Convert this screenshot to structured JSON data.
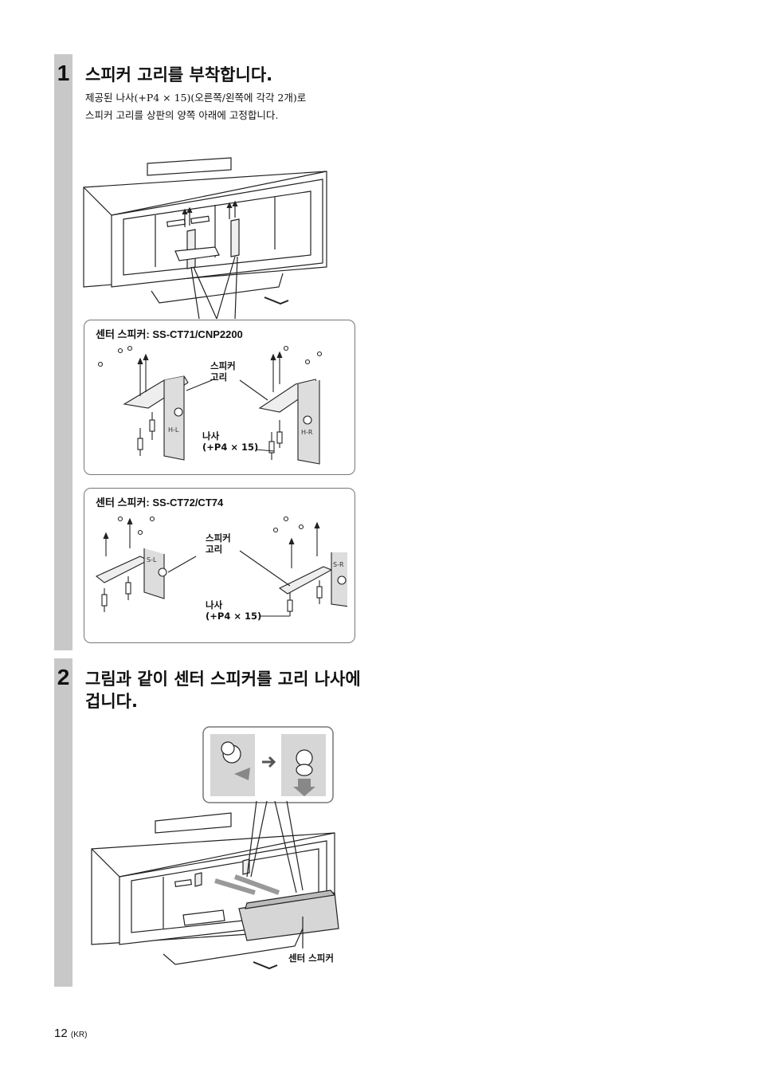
{
  "step1": {
    "number": "1",
    "title": "스피커 고리를 부착합니다.",
    "text_line1": "제공된 나사(+P4 × 15)(오른쪽/왼쪽에 각각 2개)로",
    "text_line2": "스피커 고리를 상판의 양쪽 아래에 고정합니다.",
    "panel1": {
      "title": "센터 스피커: SS-CT71/CNP2200",
      "hook_label_1": "스피커",
      "hook_label_2": "고리",
      "screw_label_1": "나사",
      "screw_label_2": "(+P4 × 15)",
      "left_mark": "H-L",
      "right_mark": "H-R"
    },
    "panel2": {
      "title": "센터 스피커: SS-CT72/CT74",
      "hook_label_1": "스피커",
      "hook_label_2": "고리",
      "screw_label_1": "나사",
      "screw_label_2": "(+P4 × 15)",
      "left_mark": "S-L",
      "right_mark": "S-R"
    }
  },
  "step2": {
    "number": "2",
    "title_line1": "그림과 같이 센터 스피커를 고리 나사에",
    "title_line2": "겁니다.",
    "speaker_label": "센터 스피커"
  },
  "footer": {
    "page_number": "12",
    "language_code": "(KR)"
  },
  "colors": {
    "sidebar": "#c8c8c8",
    "panel_border": "#777777",
    "inset_bg": "#d6d6d6"
  }
}
